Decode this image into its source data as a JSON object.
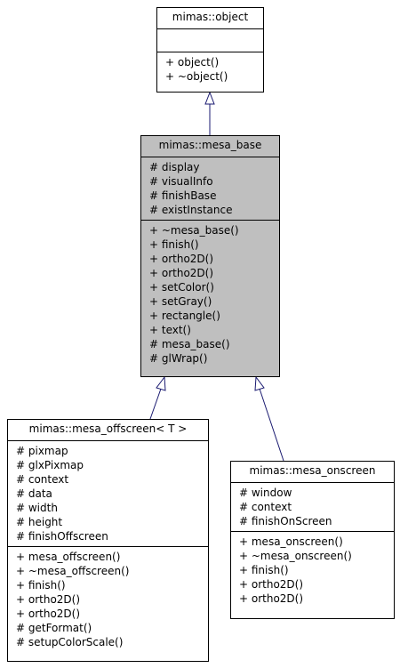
{
  "classes": {
    "object": {
      "name": "mimas::object",
      "attributes": [],
      "methods": [
        "+ object()",
        "+ ~object()"
      ]
    },
    "mesa_base": {
      "name": "mimas::mesa_base",
      "attributes": [
        "# display",
        "# visualInfo",
        "# finishBase",
        "# existInstance"
      ],
      "methods": [
        "+ ~mesa_base()",
        "+ finish()",
        "+ ortho2D()",
        "+ ortho2D()",
        "+ setColor()",
        "+ setGray()",
        "+ rectangle()",
        "+ text()",
        "# mesa_base()",
        "# glWrap()"
      ]
    },
    "mesa_offscreen": {
      "name": "mimas::mesa_offscreen< T >",
      "attributes": [
        "# pixmap",
        "# glxPixmap",
        "# context",
        "# data",
        "# width",
        "# height",
        "# finishOffscreen"
      ],
      "methods": [
        "+ mesa_offscreen()",
        "+ ~mesa_offscreen()",
        "+ finish()",
        "+ ortho2D()",
        "+ ortho2D()",
        "# getFormat()",
        "# setupColorScale()"
      ]
    },
    "mesa_onscreen": {
      "name": "mimas::mesa_onscreen",
      "attributes": [
        "# window",
        "# context",
        "# finishOnScreen"
      ],
      "methods": [
        "+ mesa_onscreen()",
        "+ ~mesa_onscreen()",
        "+ finish()",
        "+ ortho2D()",
        "+ ortho2D()"
      ]
    }
  },
  "colors": {
    "edge": "#191970",
    "highlight": "#bfbfbf"
  }
}
